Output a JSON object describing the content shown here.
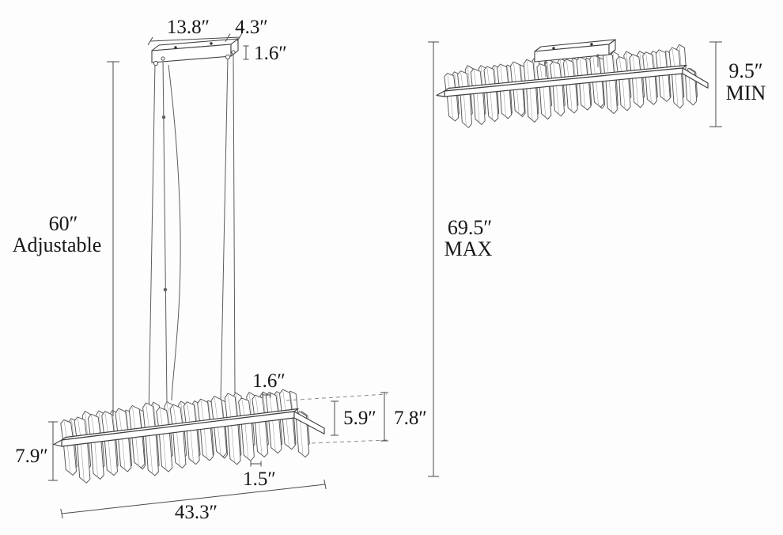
{
  "colors": {
    "background": "#fdfdfd",
    "line": "#4a4a4a",
    "text": "#161616"
  },
  "pendant_view": {
    "canopy_width": "13.8″",
    "canopy_depth": "4.3″",
    "canopy_height": "1.6″",
    "suspension_value": "60″",
    "suspension_label": "Adjustable",
    "body_height": "7.9″",
    "top_spacing": "1.6″",
    "bottom_spacing": "1.5″",
    "body_length": "43.3″",
    "inner_height": "5.9″",
    "overall_body_height": "7.8″"
  },
  "flush_view": {
    "max_height_value": "69.5″",
    "max_height_label": "MAX",
    "min_height_value": "9.5″",
    "min_height_label": "MIN"
  }
}
